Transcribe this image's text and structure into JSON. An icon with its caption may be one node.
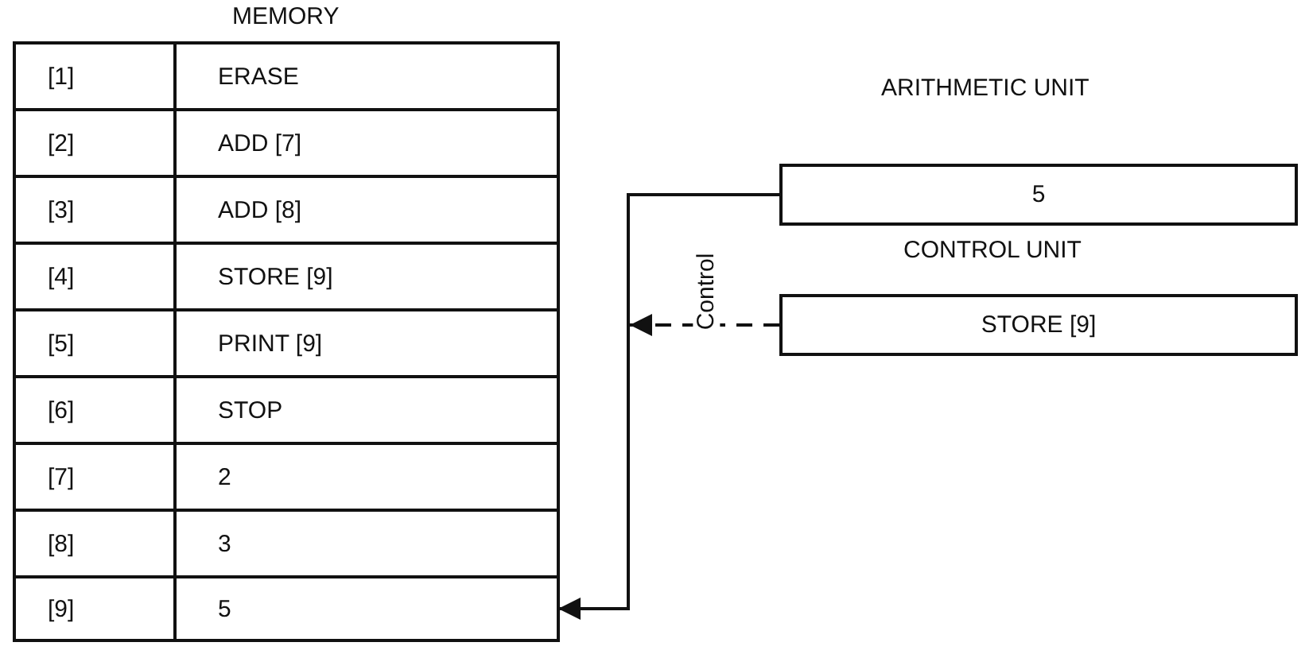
{
  "diagram": {
    "nodes": [
      {
        "text": [
          "[1]",
          "ERASE"
        ]
      },
      {
        "text": [
          "[2]",
          "ADD [7]"
        ]
      },
      {
        "text": [
          "[3]",
          "ADD [8]"
        ]
      },
      {
        "text": [
          "[4]",
          "STORE [9]"
        ]
      },
      {
        "text": [
          "[5]",
          "PRINT [9]"
        ]
      },
      {
        "text": [
          "[6]",
          "STOP"
        ]
      },
      {
        "text": [
          "[7]",
          "2"
        ]
      },
      {
        "text": [
          "[8]",
          "3"
        ]
      },
      {
        "text": [
          "[9]",
          "5"
        ]
      },
      {
        "text": [
          "ARITHMETIC UNIT",
          "5"
        ]
      },
      {
        "text": [
          "CONTROL UNIT",
          "STORE [9]"
        ]
      }
    ],
    "edges": [
      {
        "from": 9,
        "to": 8,
        "arrow": "to"
      },
      {
        "from": 10,
        "to": null,
        "arrow": "to",
        "style": "dashed",
        "label": "Control"
      }
    ],
    "labels": [
      "MEMORY"
    ]
  }
}
